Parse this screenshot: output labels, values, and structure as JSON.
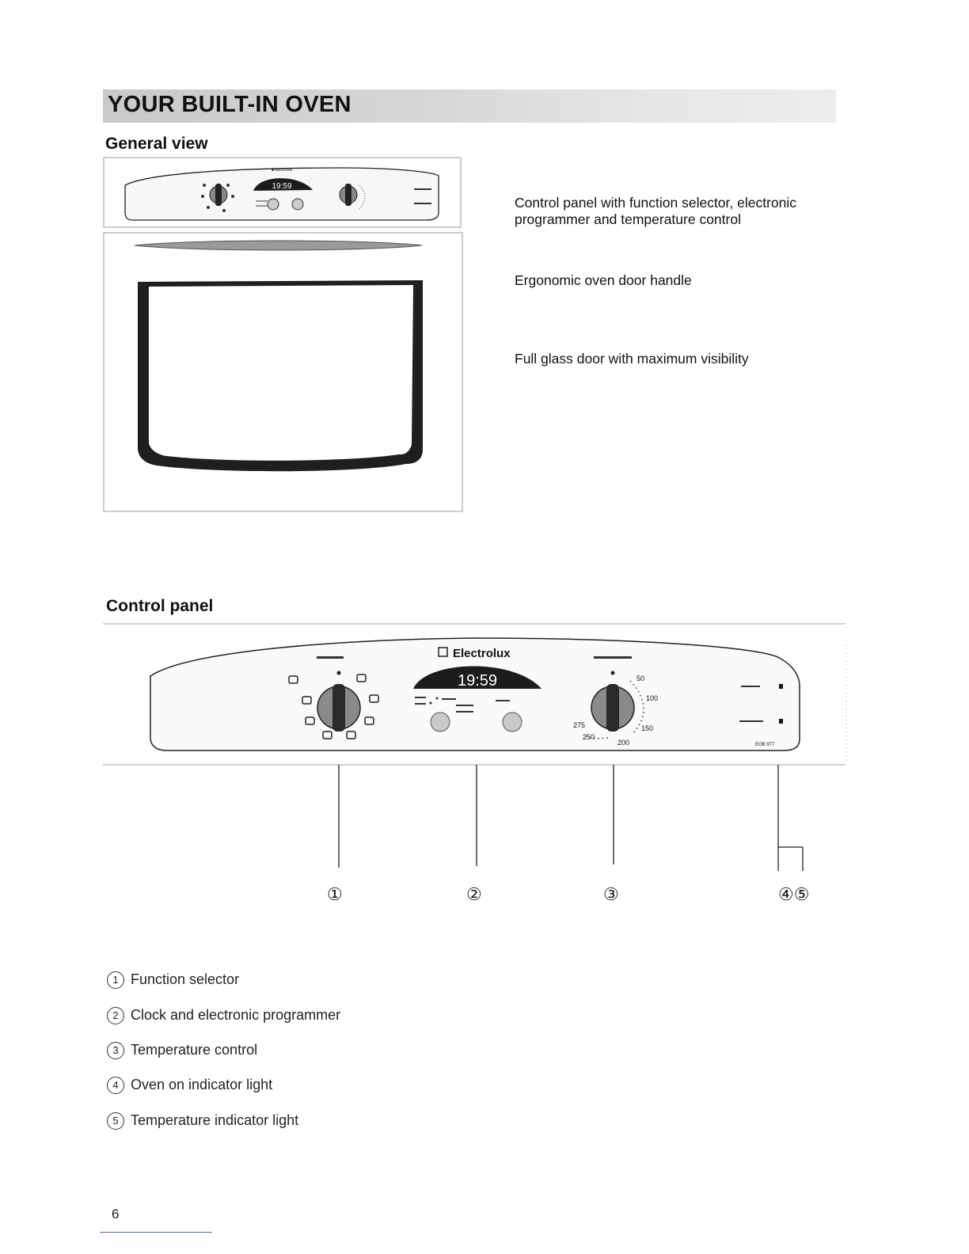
{
  "page": {
    "banner_title": "YOUR BUILT-IN OVEN",
    "page_number": "6"
  },
  "general_view": {
    "heading": "General view",
    "descriptions": [
      "Control panel with function selector, electronic programmer and temperature control",
      "Ergonomic oven door handle",
      "Full glass door with maximum visibility"
    ],
    "small_display_time": "19:59"
  },
  "control_panel": {
    "heading": "Control panel",
    "brand": "Electrolux",
    "display_time": "19:59",
    "temperature_scale": [
      "50",
      "100",
      "150",
      "200",
      "250",
      "275"
    ],
    "model": "EOB 977",
    "callouts": [
      "①",
      "②",
      "③",
      "④⑤"
    ]
  },
  "legend": [
    {
      "num": "1",
      "text": "Function selector"
    },
    {
      "num": "2",
      "text": "Clock and electronic programmer"
    },
    {
      "num": "3",
      "text": "Temperature control"
    },
    {
      "num": "4",
      "text": "Oven on indicator light"
    },
    {
      "num": "5",
      "text": "Temperature indicator light"
    }
  ],
  "colors": {
    "banner": "#d4d4d4",
    "display": "#1c1c1c",
    "door_frame": "#222222"
  }
}
